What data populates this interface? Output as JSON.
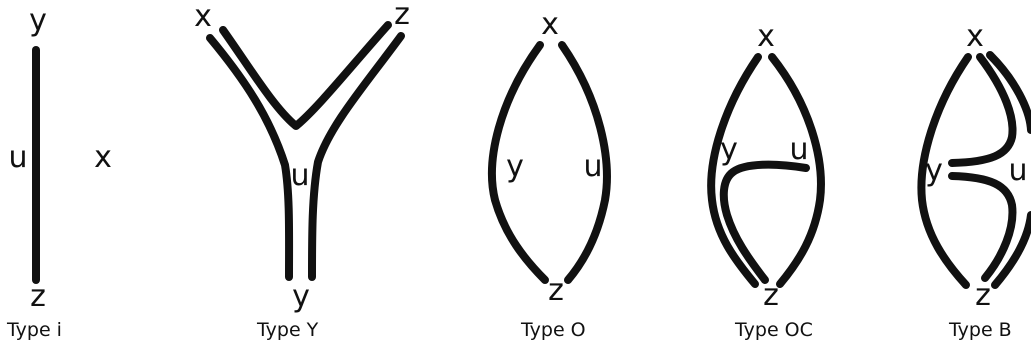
{
  "panels": {
    "type_i": {
      "caption": "Type i",
      "labels": {
        "y": "y",
        "u": "u",
        "z": "z",
        "x": "x"
      }
    },
    "type_y": {
      "caption": "Type Y",
      "labels": {
        "x": "x",
        "z": "z",
        "u": "u",
        "y": "y"
      }
    },
    "type_o": {
      "caption": "Type O",
      "labels": {
        "x": "x",
        "y": "y",
        "u": "u",
        "z": "z"
      }
    },
    "type_oc": {
      "caption": "Type OC",
      "labels": {
        "x": "x",
        "y": "y",
        "u": "u",
        "z": "z"
      }
    },
    "type_b": {
      "caption": "Type B",
      "labels": {
        "x": "x",
        "y": "y",
        "u": "u",
        "z": "z"
      }
    }
  },
  "colors": {
    "ink": "#111111",
    "background": "#ffffff"
  }
}
